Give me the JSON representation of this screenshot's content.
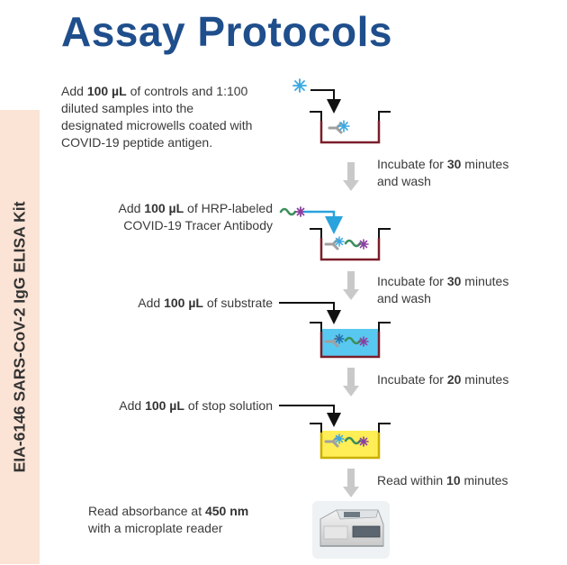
{
  "title": "Assay Protocols",
  "kit_label": "EIA-6146 SARS-CoV-2 IgG ELISA Kit",
  "steps": [
    {
      "pre": "Add ",
      "amount": "100 µL",
      "post_lines": [
        " of controls and 1:100",
        "diluted samples into the",
        "designated microwells coated with",
        "COVID-19 peptide antigen."
      ]
    },
    {
      "pre": "Add ",
      "amount": "100 µL",
      "post_lines": [
        " of HRP-labeled",
        "COVID-19 Tracer Antibody"
      ]
    },
    {
      "pre": "Add ",
      "amount": "100 µL",
      "post_lines": [
        " of substrate"
      ]
    },
    {
      "pre": "Add ",
      "amount": "100 µL",
      "post_lines": [
        " of stop solution"
      ]
    },
    {
      "pre": "Read absorbance at ",
      "amount": "450 nm",
      "post_lines": [
        "",
        "with a microplate reader"
      ]
    }
  ],
  "incubations": [
    {
      "pre": "Incubate for  ",
      "value": "30",
      "post": " minutes",
      "line2": "and wash"
    },
    {
      "pre": "Incubate for  ",
      "value": "30",
      "post": " minutes",
      "line2": "and wash"
    },
    {
      "pre": "Incubate for  ",
      "value": "20",
      "post": " minutes",
      "line2": ""
    },
    {
      "pre": "Read within ",
      "value": "10",
      "post": " minutes",
      "line2": ""
    }
  ],
  "colors": {
    "title": "#1f4e8c",
    "well_outline": "#7a1e2a",
    "substrate_fill": "#59c8f0",
    "stop_fill": "#ffee55",
    "antigen": "#3aa7e0",
    "antibody": "#a0a0a0",
    "tracer": "#3b8f5a",
    "hrp": "#8a3fa0",
    "arrow_blue": "#29a3dc",
    "flow_arrow": "#c9c9c9"
  },
  "icons": [
    "snowflake-antigen-icon",
    "tracer-antibody-icon",
    "microplate-reader-icon"
  ]
}
